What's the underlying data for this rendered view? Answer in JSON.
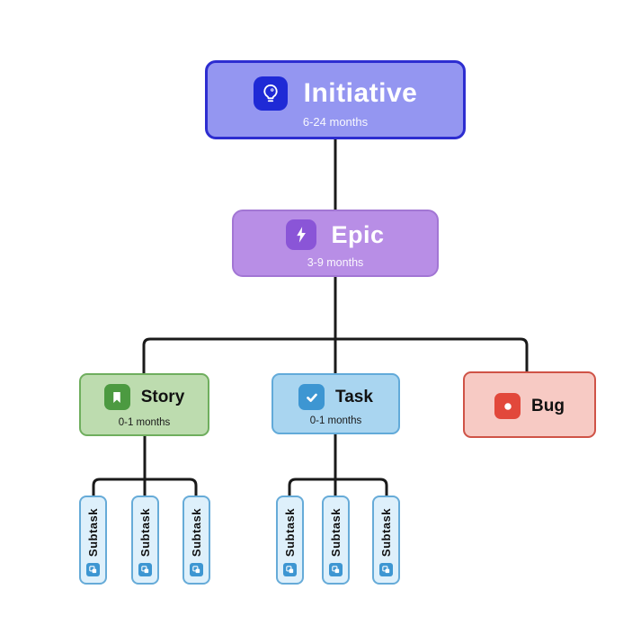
{
  "diagram": {
    "background": "#ffffff",
    "connector_color": "#1a1a1a",
    "nodes": {
      "initiative": {
        "label": "Initiative",
        "duration": "6-24 months",
        "fill": "#9496f1",
        "border": "#2d2dd0",
        "icon": "lightbulb-icon",
        "icon_bg": "#1f2ad6"
      },
      "epic": {
        "label": "Epic",
        "duration": "3-9 months",
        "fill": "#b88ee6",
        "border": "#a276d4",
        "icon": "lightning-bolt-icon",
        "icon_bg": "#8a55d7"
      },
      "story": {
        "label": "Story",
        "duration": "0-1 months",
        "fill": "#bddcaf",
        "border": "#6fae5e",
        "icon": "bookmark-icon",
        "icon_bg": "#4c9a41"
      },
      "task": {
        "label": "Task",
        "duration": "0-1 months",
        "fill": "#a9d5f0",
        "border": "#62aad9",
        "icon": "checkmark-icon",
        "icon_bg": "#3d96d2"
      },
      "bug": {
        "label": "Bug",
        "fill": "#f7cac4",
        "border": "#cf5347",
        "icon": "bug-dot-icon",
        "icon_bg": "#e2483b"
      },
      "subtask": {
        "label": "Subtask",
        "fill": "#def0fb",
        "border": "#66abd8",
        "icon": "copy-pages-icon",
        "icon_bg": "#3d96d2"
      }
    },
    "hierarchy": {
      "Initiative": [
        "Epic"
      ],
      "Epic": [
        "Story",
        "Task",
        "Bug"
      ],
      "Story": [
        "Subtask",
        "Subtask",
        "Subtask"
      ],
      "Task": [
        "Subtask",
        "Subtask",
        "Subtask"
      ],
      "Bug": []
    }
  }
}
